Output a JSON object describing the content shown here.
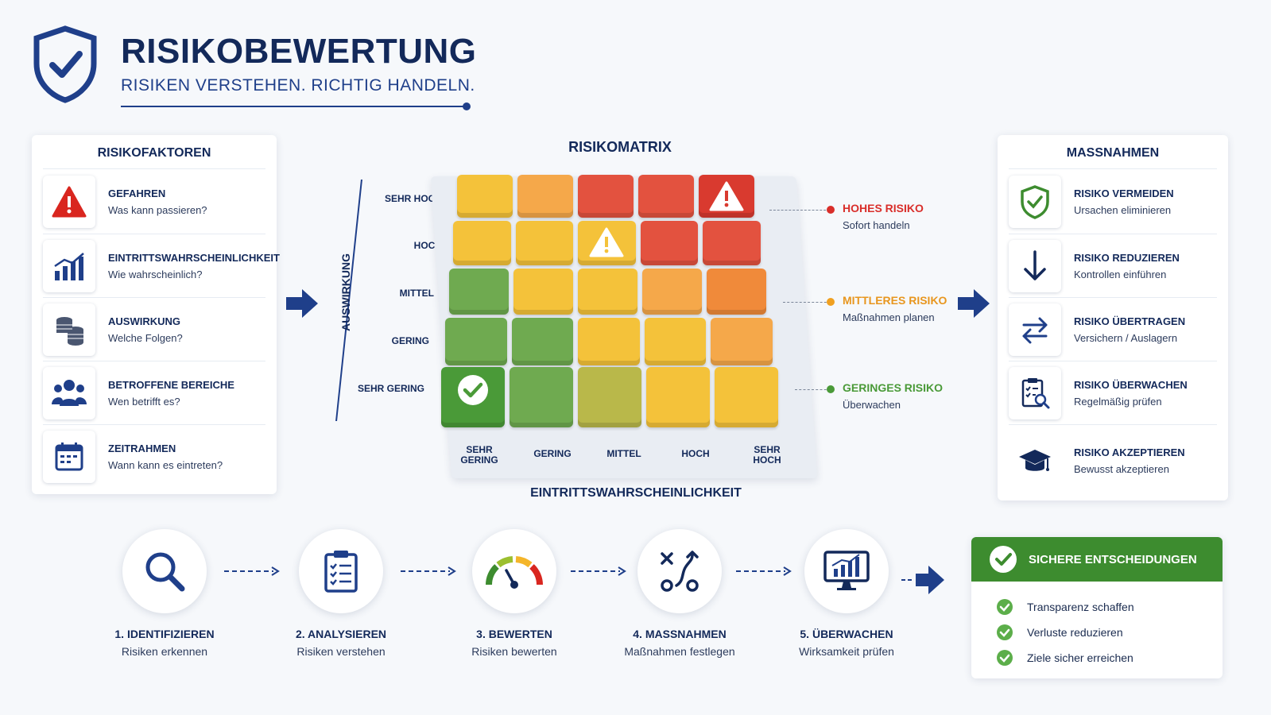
{
  "header": {
    "title": "RISIKOBEWERTUNG",
    "subtitle": "RISIKEN VERSTEHEN. RICHTIG HANDELN."
  },
  "risk_factors": {
    "title": "RISIKOFAKTOREN",
    "items": [
      {
        "title": "GEFAHREN",
        "desc": "Was kann passieren?",
        "icon": "warning-icon"
      },
      {
        "title": "EINTRITTSWAHRSCHEINLICHKEIT",
        "desc": "Wie wahrscheinlich?",
        "icon": "bar-chart-icon"
      },
      {
        "title": "AUSWIRKUNG",
        "desc": "Welche Folgen?",
        "icon": "coins-icon"
      },
      {
        "title": "BETROFFENE BEREICHE",
        "desc": "Wen betrifft es?",
        "icon": "people-icon"
      },
      {
        "title": "ZEITRAHMEN",
        "desc": "Wann kann es eintreten?",
        "icon": "calendar-icon"
      }
    ]
  },
  "matrix": {
    "title": "RISIKOMATRIX",
    "y_axis_label": "AUSWIRKUNG",
    "x_axis_label": "EINTRITTSWAHRSCHEINLICHKEIT",
    "y_levels": [
      "SEHR HOCH",
      "HOCH",
      "MITTEL",
      "GERING",
      "SEHR GERING"
    ],
    "x_levels": [
      [
        "SEHR",
        "GERING"
      ],
      [
        "GERING",
        ""
      ],
      [
        "MITTEL",
        ""
      ],
      [
        "HOCH",
        ""
      ],
      [
        "SEHR",
        "HOCH"
      ]
    ],
    "colors": {
      "green_dark": "#4a9a38",
      "green": "#6faa50",
      "yellow_green": "#b9b84a",
      "yellow": "#f4c23a",
      "orange_light": "#f5a84a",
      "orange": "#f08a3a",
      "red": "#e3523f",
      "red_dark": "#d93a2f"
    },
    "legend": [
      {
        "title": "HOHES RISIKO",
        "desc": "Sofort handeln",
        "color": "#d92e2a"
      },
      {
        "title": "MITTLERES RISIKO",
        "desc": "Maßnahmen planen",
        "color": "#f0a020"
      },
      {
        "title": "GERINGES RISIKO",
        "desc": "Überwachen",
        "color": "#4a9a38"
      }
    ]
  },
  "measures": {
    "title": "MASSNAHMEN",
    "items": [
      {
        "title": "RISIKO VERMEIDEN",
        "desc": "Ursachen eliminieren",
        "icon": "shield-check-icon"
      },
      {
        "title": "RISIKO REDUZIEREN",
        "desc": "Kontrollen einführen",
        "icon": "arrow-down-icon"
      },
      {
        "title": "RISIKO ÜBERTRAGEN",
        "desc": "Versichern / Auslagern",
        "icon": "transfer-icon"
      },
      {
        "title": "RISIKO ÜBERWACHEN",
        "desc": "Regelmäßig prüfen",
        "icon": "clipboard-search-icon"
      },
      {
        "title": "RISIKO AKZEPTIEREN",
        "desc": "Bewusst akzeptieren",
        "icon": "graduation-cap-icon"
      }
    ]
  },
  "process": {
    "steps": [
      {
        "title": "1. IDENTIFIZIEREN",
        "desc": "Risiken erkennen",
        "icon": "magnifier-icon"
      },
      {
        "title": "2. ANALYSIEREN",
        "desc": "Risiken verstehen",
        "icon": "clipboard-list-icon"
      },
      {
        "title": "3. BEWERTEN",
        "desc": "Risiken bewerten",
        "icon": "gauge-icon"
      },
      {
        "title": "4. MASSNAHMEN",
        "desc": "Maßnahmen festlegen",
        "icon": "strategy-icon"
      },
      {
        "title": "5. ÜBERWACHEN",
        "desc": "Wirksamkeit prüfen",
        "icon": "monitor-chart-icon"
      }
    ]
  },
  "decisions": {
    "title": "SICHERE ENTSCHEIDUNGEN",
    "items": [
      "Transparenz schaffen",
      "Verluste reduzieren",
      "Ziele sicher erreichen"
    ]
  }
}
